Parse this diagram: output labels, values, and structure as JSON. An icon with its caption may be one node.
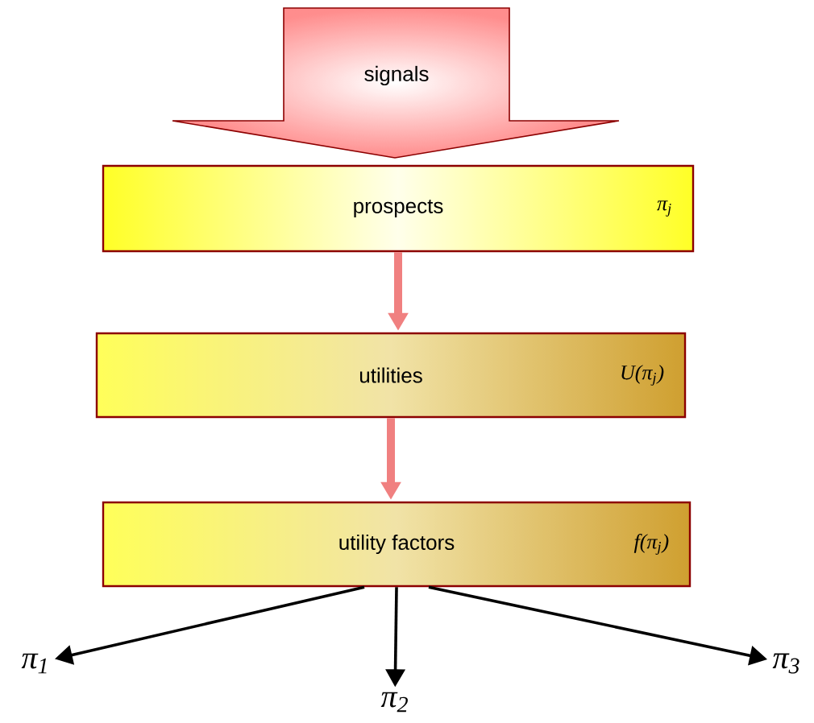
{
  "diagram": {
    "nodes": [
      {
        "text": [
          "signals"
        ]
      },
      {
        "text": [
          "prospects",
          "π$_{j}$"
        ]
      },
      {
        "text": [
          "utilities",
          "U(π$_{j}$)"
        ]
      },
      {
        "text": [
          "utility factors",
          "f(π$_{j}$)"
        ]
      },
      {
        "text": [
          "π$_{1}$"
        ]
      },
      {
        "text": [
          "π$_{2}$"
        ]
      },
      {
        "text": [
          "π$_{3}$"
        ]
      }
    ],
    "edges": [
      {
        "from": 1,
        "to": 2,
        "arrow": "to",
        "style": "thick",
        "color": "#f08080"
      },
      {
        "from": 2,
        "to": 3,
        "arrow": "to",
        "style": "thick",
        "color": "#f08080"
      },
      {
        "from": 3,
        "to": 4,
        "arrow": "to"
      },
      {
        "from": 3,
        "to": 5,
        "arrow": "to"
      },
      {
        "from": 3,
        "to": 6,
        "arrow": "to"
      }
    ]
  }
}
